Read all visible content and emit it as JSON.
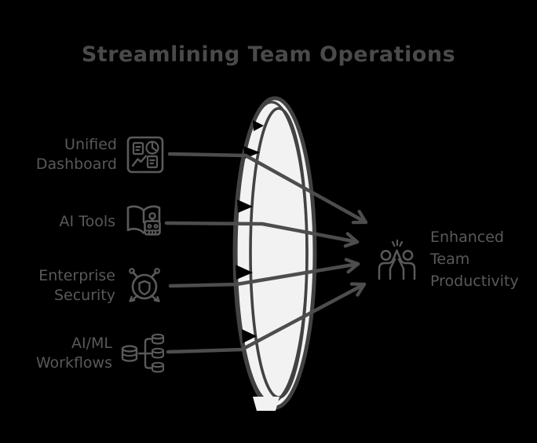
{
  "title": "Streamlining Team Operations",
  "colors": {
    "background": "#000000",
    "title_text": "#4a4a4a",
    "label_text": "#595959",
    "icon_stroke": "#5a5a5a",
    "arrow": "#4d4d4d",
    "lens_fill": "#f2f2f2",
    "lens_stroke": "#424242"
  },
  "inputs": [
    {
      "label": "Unified\nDashboard",
      "icon": "dashboard-icon"
    },
    {
      "label": "AI Tools",
      "icon": "ai-book-robot-icon"
    },
    {
      "label": "Enterprise\nSecurity",
      "icon": "network-shield-icon"
    },
    {
      "label": "AI/ML\nWorkflows",
      "icon": "data-pipeline-icon"
    }
  ],
  "output": {
    "label": "Enhanced\nTeam\nProductivity",
    "icon": "team-highfive-icon"
  },
  "lens": {
    "name": "focusing-lens"
  }
}
